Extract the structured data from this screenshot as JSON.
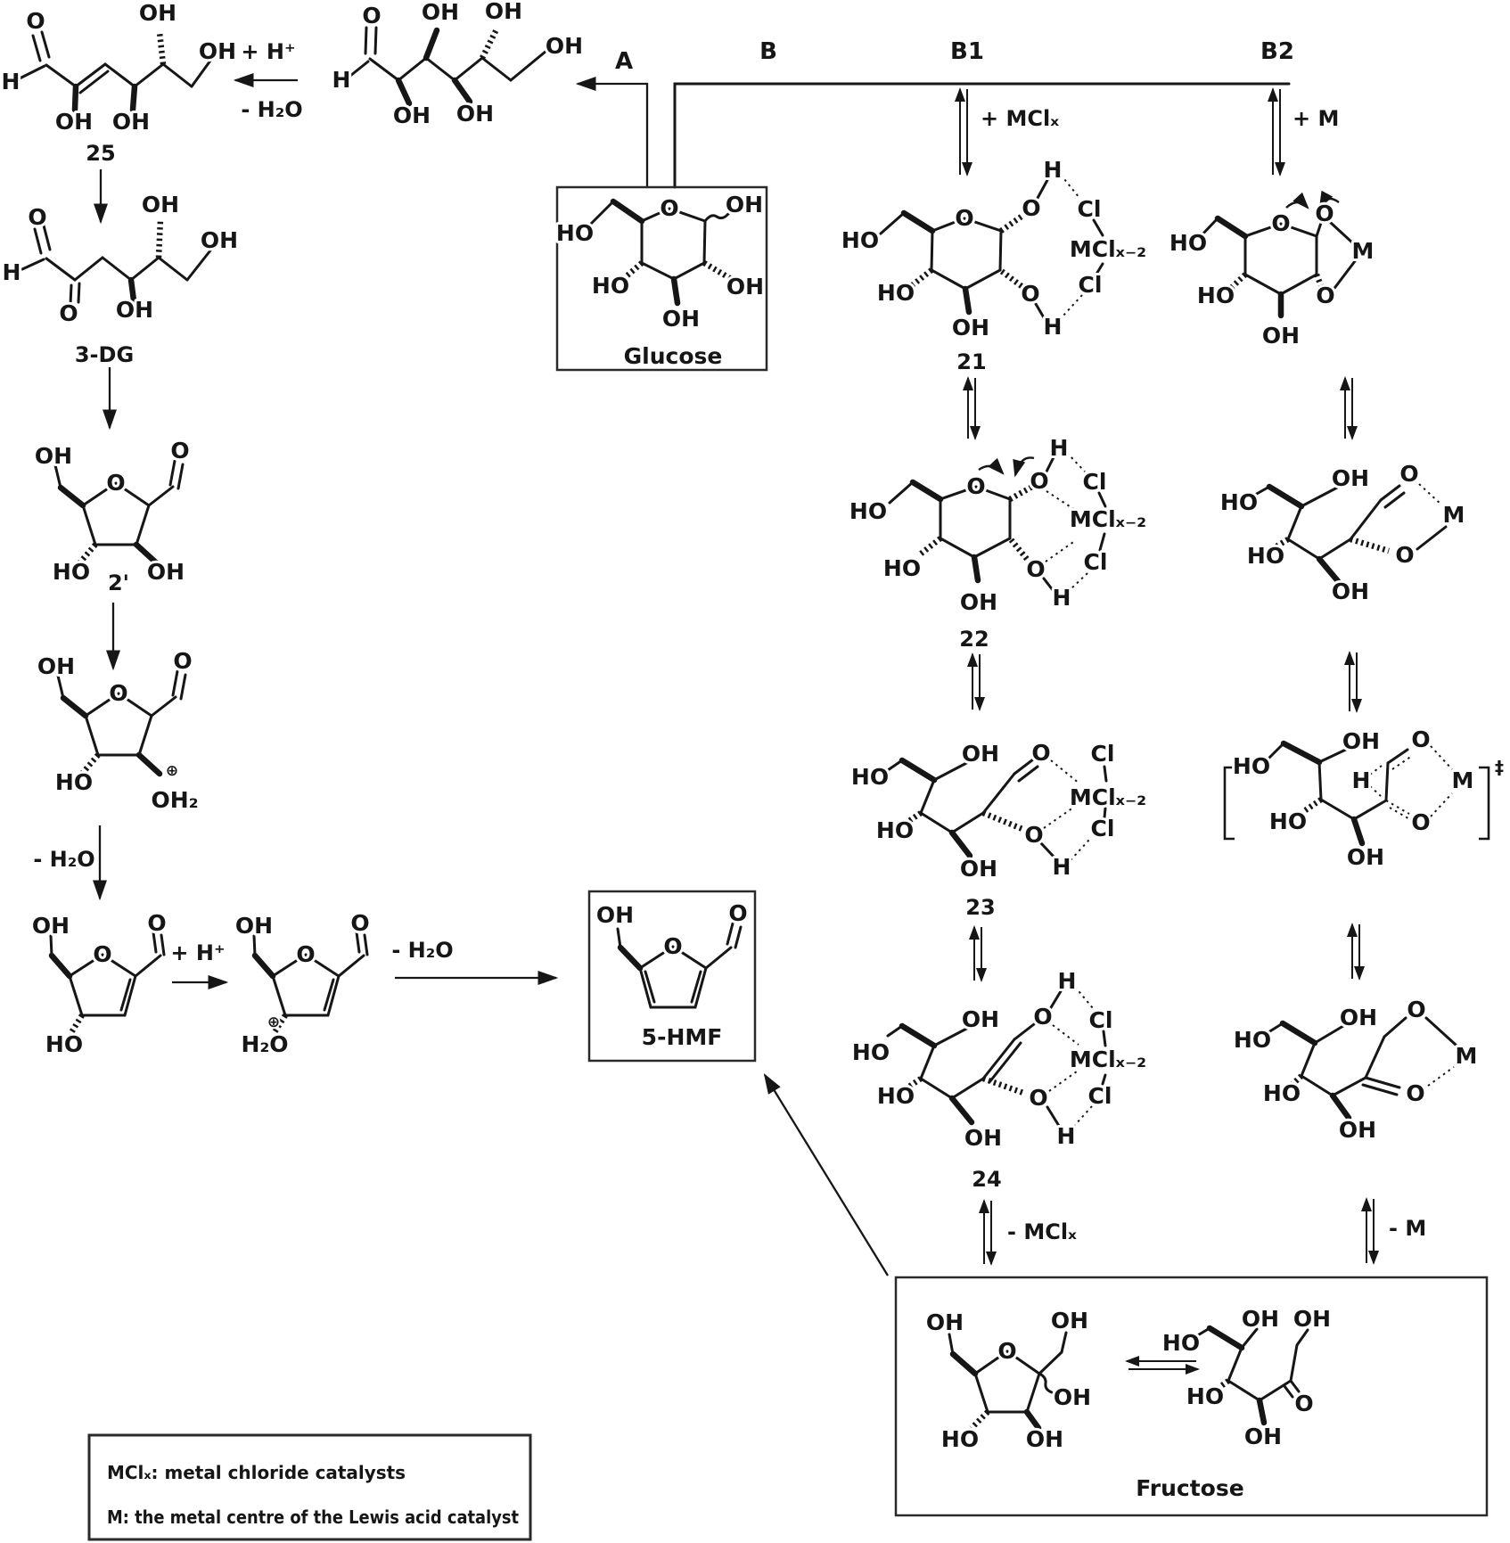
{
  "pathways": {
    "a": "A",
    "b": "B",
    "b1": "B1",
    "b2": "B2"
  },
  "reactions": {
    "plus_h": "+ H⁺",
    "minus_h2o": "- H₂O",
    "plus_mclx": "+ MClₓ",
    "plus_m": "+ M",
    "minus_mclx": "- MClₓ",
    "minus_m": "- M"
  },
  "numbers": {
    "s25": "25",
    "s3dg": "3-DG",
    "s2prime": "2'",
    "s21": "21",
    "s22": "22",
    "s23": "23",
    "s24": "24"
  },
  "names": {
    "glucose": "Glucose",
    "hmf": "5-HMF",
    "fructose": "Fructose"
  },
  "legend": {
    "line1": "MClₓ: metal chloride catalysts",
    "line2": "M: the metal centre of the Lewis acid catalyst"
  },
  "atoms": {
    "s25": [
      "O",
      "H",
      "OH",
      "OH",
      "OH",
      "OH"
    ],
    "chain_glucose": [
      "O",
      "H",
      "OH",
      "OH",
      "OH",
      "OH",
      "OH"
    ],
    "s3dg": [
      "O",
      "H",
      "O",
      "OH",
      "OH",
      "OH"
    ],
    "s2prime": [
      "O",
      "OH",
      "O",
      "HO",
      "OH"
    ],
    "oxocarbenium": [
      "O",
      "OH",
      "O",
      "HO",
      "⊕",
      "OH₂"
    ],
    "dihydrofuran": [
      "O",
      "OH",
      "O",
      "HO"
    ],
    "protonated_furan": [
      "O",
      "OH",
      "O",
      "⊕",
      "H₂O"
    ],
    "hmf": [
      "O",
      "OH",
      "O"
    ],
    "glucose": [
      "O",
      "HO",
      "OH",
      "OH",
      "OH",
      "HO"
    ],
    "s21": [
      "O",
      "HO",
      "O",
      "H",
      "Cl",
      "MClₓ₋₂",
      "Cl",
      "H",
      "O",
      "HO",
      "OH"
    ],
    "s22": [
      "O",
      "HO",
      "O",
      "H",
      "Cl",
      "MClₓ₋₂",
      "Cl",
      "H",
      "O",
      "HO",
      "OH"
    ],
    "s23": [
      "HO",
      "OH",
      "O",
      "Cl",
      "MClₓ₋₂",
      "Cl",
      "H",
      "O",
      "HO",
      "OH"
    ],
    "s24": [
      "HO",
      "OH",
      "O",
      "H",
      "Cl",
      "MClₓ₋₂",
      "Cl",
      "H",
      "O",
      "HO",
      "OH"
    ],
    "b2_chelate": [
      "O",
      "HO",
      "O",
      "M",
      "O",
      "HO",
      "OH"
    ],
    "b2_openchain": [
      "HO",
      "OH",
      "O",
      "M",
      "O",
      "HO",
      "OH"
    ],
    "b2_ts": [
      "HO",
      "OH",
      "O",
      "H",
      "M",
      "O",
      "HO",
      "OH",
      "‡"
    ],
    "b2_keto": [
      "HO",
      "OH",
      "O",
      "M",
      "O",
      "HO",
      "OH"
    ],
    "fructose_furanose": [
      "O",
      "OH",
      "OH",
      "OH",
      "HO",
      "OH"
    ],
    "fructose_keto": [
      "HO",
      "OH",
      "OH",
      "O",
      "HO",
      "OH"
    ]
  }
}
